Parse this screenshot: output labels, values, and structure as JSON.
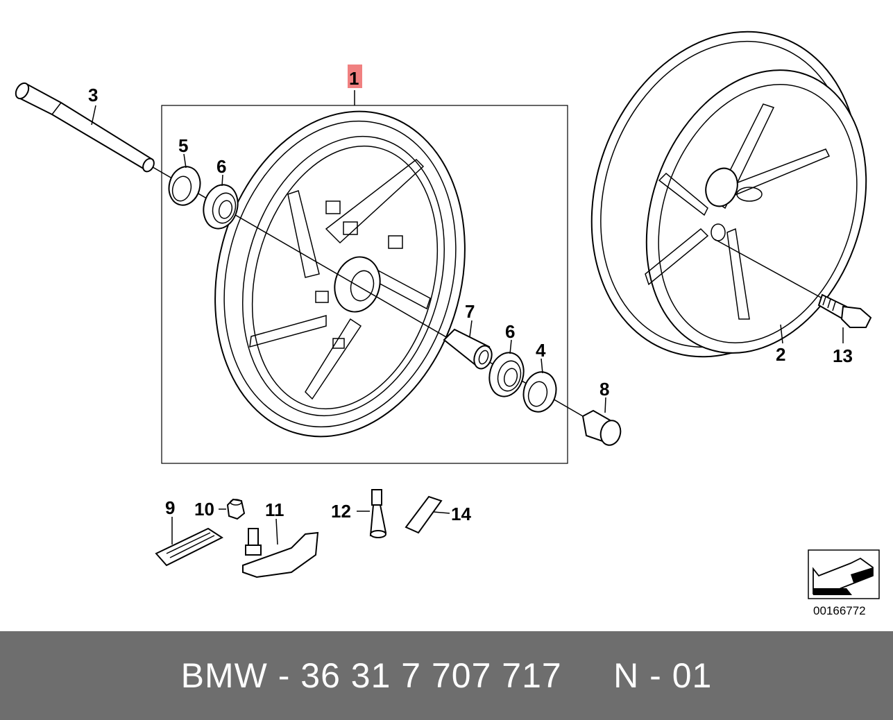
{
  "diagram": {
    "callouts": {
      "c1": "1",
      "c2": "2",
      "c3": "3",
      "c4": "4",
      "c5": "5",
      "c6a": "6",
      "c6b": "6",
      "c7": "7",
      "c8": "8",
      "c9": "9",
      "c10": "10",
      "c11": "11",
      "c12": "12",
      "c13": "13",
      "c14": "14"
    },
    "highlight_color": "#f08080",
    "reference_code": "00166772"
  },
  "footer": {
    "text": "BMW - 36 31 7 707 717     N - 01",
    "background": "#6e6e6e"
  }
}
